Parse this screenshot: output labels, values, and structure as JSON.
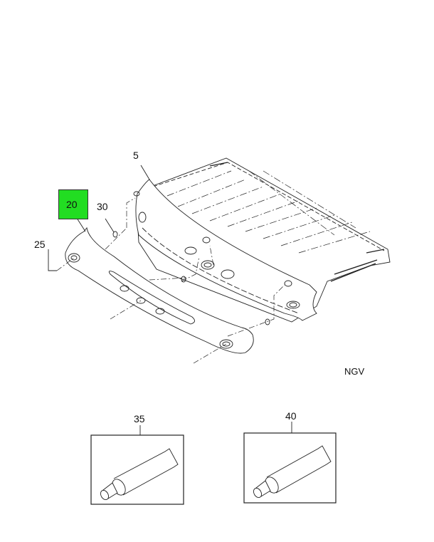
{
  "diagram": {
    "callouts": {
      "c5": "5",
      "c20": "20",
      "c25": "25",
      "c30": "30",
      "c35": "35",
      "c40": "40"
    },
    "code": "NGV",
    "highlight_color": "#22dd22",
    "highlighted_callout": "20"
  }
}
